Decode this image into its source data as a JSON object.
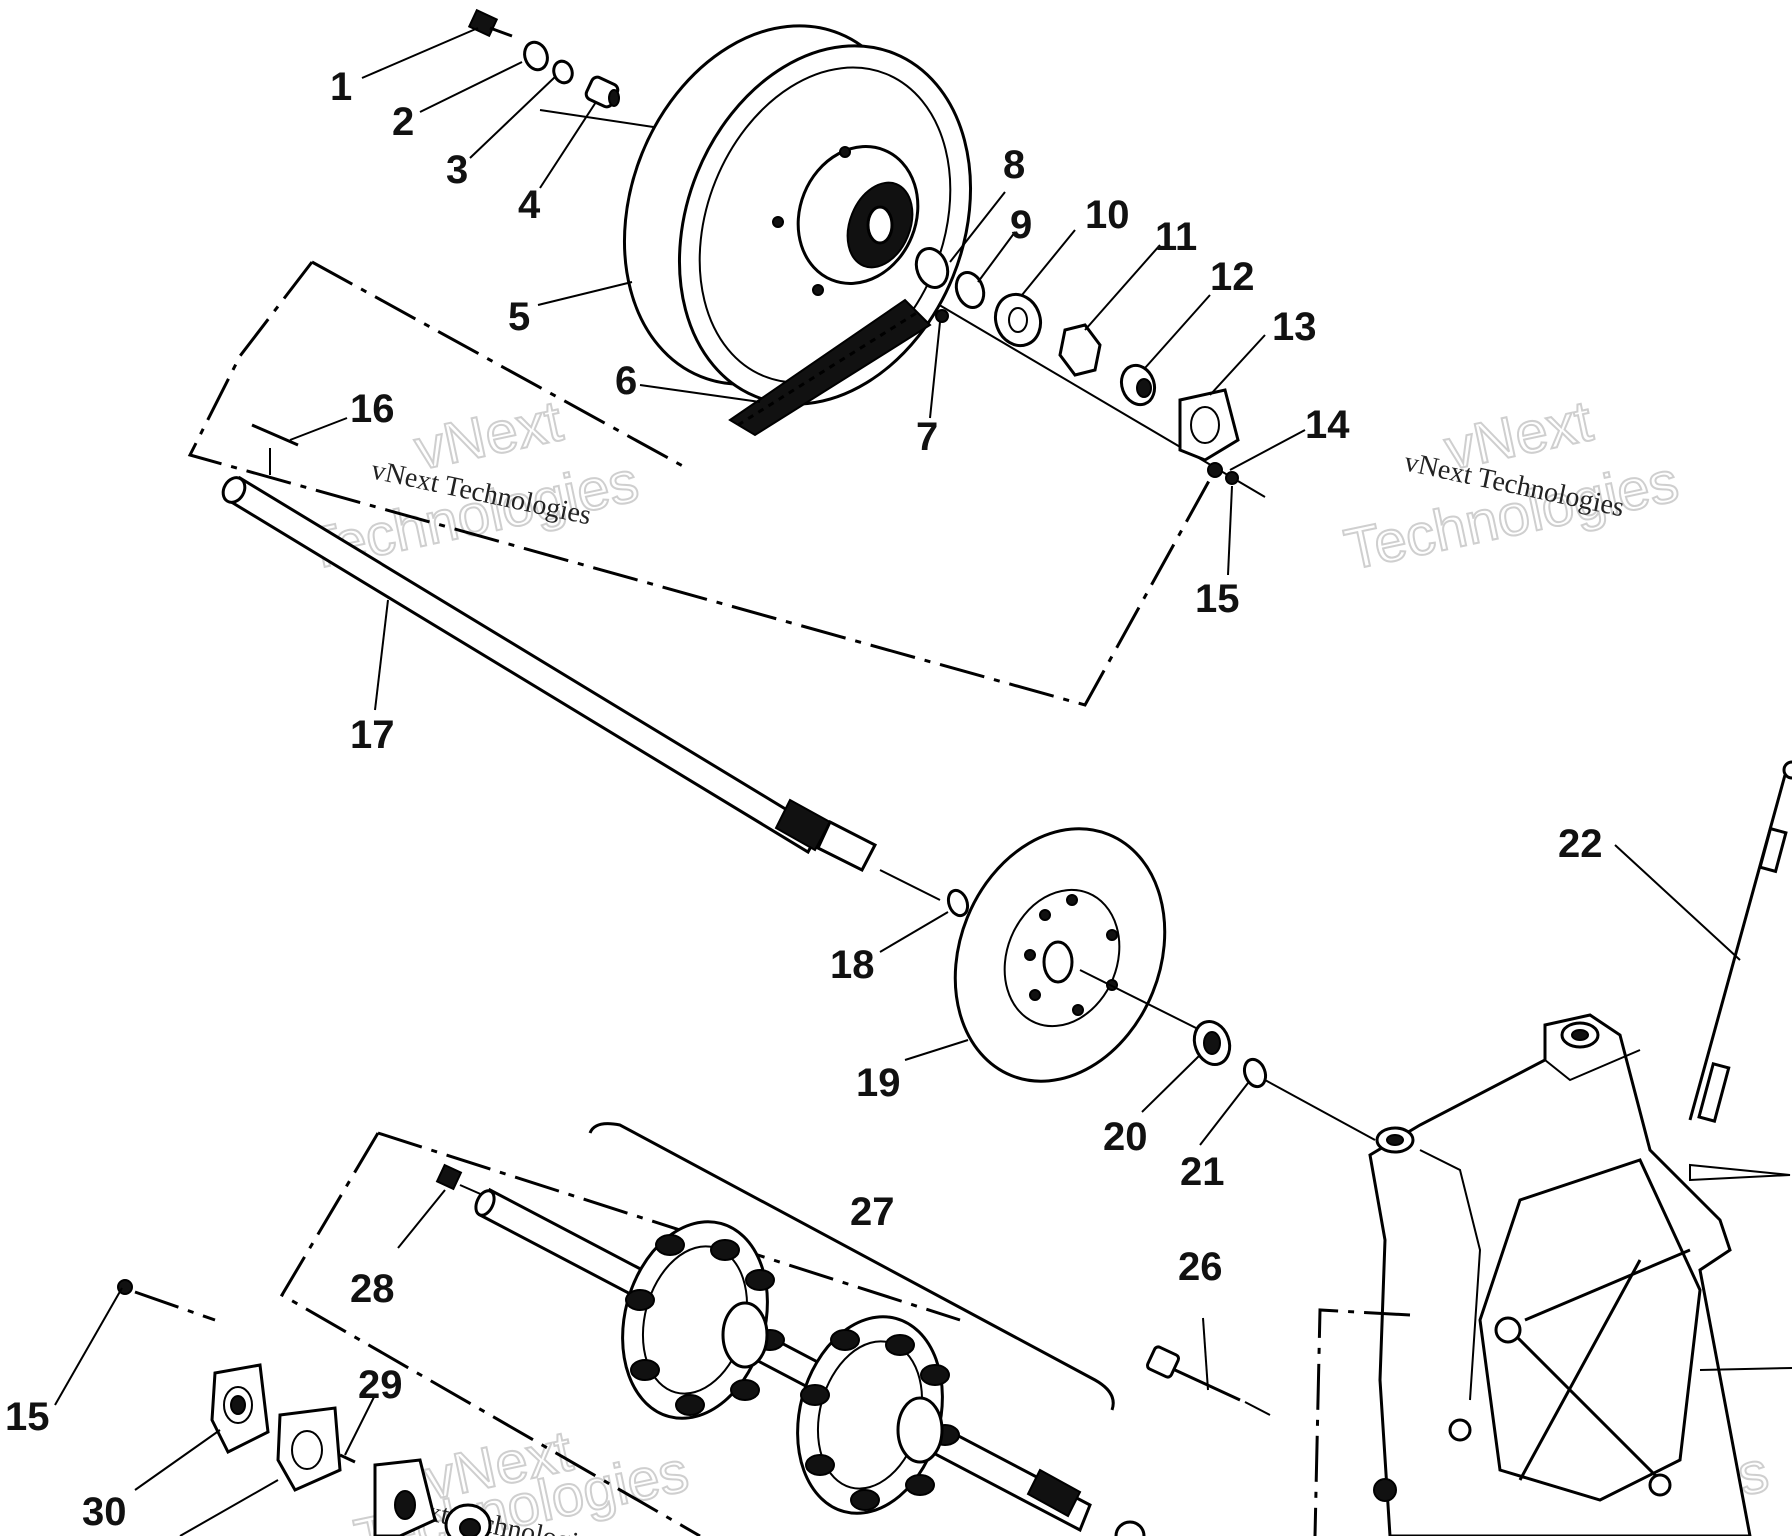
{
  "diagram": {
    "callouts": [
      "1",
      "2",
      "3",
      "4",
      "5",
      "6",
      "7",
      "8",
      "9",
      "10",
      "11",
      "12",
      "13",
      "14",
      "15",
      "16",
      "17",
      "18",
      "19",
      "20",
      "21",
      "22",
      "26",
      "27",
      "28",
      "15",
      "29",
      "30"
    ],
    "watermark": {
      "brand_line1": "vNext",
      "brand_line2": "Technologies",
      "brand_full": "vNext Technologies"
    },
    "colors": {
      "ink": "#000000",
      "paper": "#ffffff",
      "watermark_outline": "#cfcfcf"
    }
  }
}
